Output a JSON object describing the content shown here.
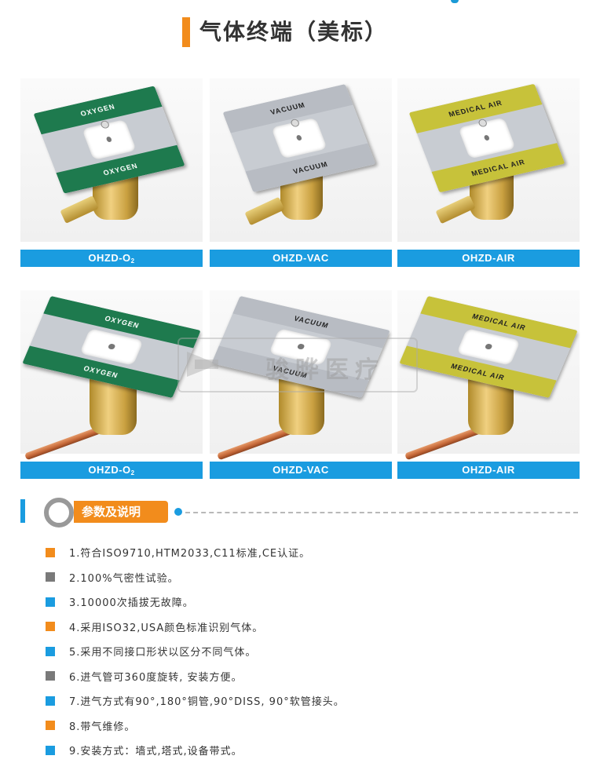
{
  "header": {
    "title": "气体终端（美标）"
  },
  "products": [
    {
      "model_prefix": "OHZD-O",
      "model_sub": "2",
      "label_text": "OXYGEN",
      "band_color": "#1e7a4e",
      "band_text_color": "#ffffff",
      "plate_color": "#c8ccd2"
    },
    {
      "model_prefix": "OHZD-VAC",
      "model_sub": "",
      "label_text": "VACUUM",
      "band_color": "#b8bcc3",
      "band_text_color": "#222222",
      "plate_color": "#c8ccd2"
    },
    {
      "model_prefix": "OHZD-AIR",
      "model_sub": "",
      "label_text": "MEDICAL AIR",
      "band_color": "#c7c23a",
      "band_text_color": "#222222",
      "plate_color": "#c8ccd2"
    },
    {
      "model_prefix": "OHZD-O",
      "model_sub": "2",
      "label_text": "OXYGEN",
      "band_color": "#1e7a4e",
      "band_text_color": "#ffffff",
      "plate_color": "#c8ccd2"
    },
    {
      "model_prefix": "OHZD-VAC",
      "model_sub": "",
      "label_text": "VACUUM",
      "band_color": "#b8bcc3",
      "band_text_color": "#222222",
      "plate_color": "#c8ccd2"
    },
    {
      "model_prefix": "OHZD-AIR",
      "model_sub": "",
      "label_text": "MEDICAL AIR",
      "band_color": "#c7c23a",
      "band_text_color": "#222222",
      "plate_color": "#c8ccd2"
    }
  ],
  "watermark": {
    "text": "骏晔医疗"
  },
  "section": {
    "title": "参数及说明"
  },
  "specs": [
    {
      "text": "1.符合ISO9710,HTM2033,C11标准,CE认证。",
      "color": "#f28c1c"
    },
    {
      "text": "2.100%气密性试验。",
      "color": "#7a7a7a"
    },
    {
      "text": "3.10000次插拔无故障。",
      "color": "#1a9ce0"
    },
    {
      "text": "4.采用ISO32,USA颜色标准识别气体。",
      "color": "#f28c1c"
    },
    {
      "text": "5.采用不同接口形状以区分不同气体。",
      "color": "#1a9ce0"
    },
    {
      "text": "6.进气管可360度旋转, 安装方便。",
      "color": "#7a7a7a"
    },
    {
      "text": "7.进气方式有90°,180°铜管,90°DISS, 90°软管接头。",
      "color": "#1a9ce0"
    },
    {
      "text": "8.带气维修。",
      "color": "#f28c1c"
    },
    {
      "text": "9.安装方式：墙式,塔式,设备带式。",
      "color": "#1a9ce0"
    }
  ],
  "colors": {
    "accent_orange": "#f28c1c",
    "accent_blue": "#1a9ce0"
  }
}
